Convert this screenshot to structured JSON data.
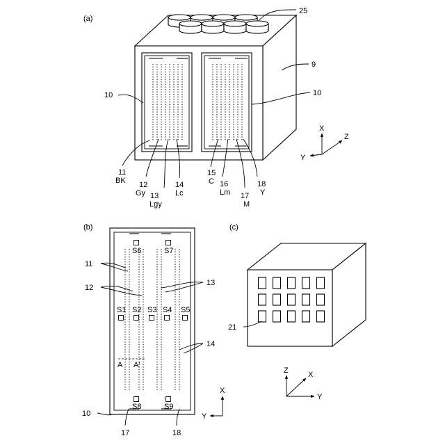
{
  "panel_a": {
    "panel_label": "(a)",
    "labels": {
      "ref_25": "25",
      "ref_9": "9",
      "ref_10_left": "10",
      "ref_10_right": "10",
      "ref_11": "11",
      "bk": "BK",
      "ref_12": "12",
      "gy": "Gy",
      "ref_13": "13",
      "lgy": "Lgy",
      "ref_14": "14",
      "lc": "Lc",
      "ref_15": "15",
      "c": "C",
      "ref_16": "16",
      "lm": "Lm",
      "ref_17": "17",
      "m": "M",
      "ref_18": "18",
      "y": "Y"
    },
    "axes": {
      "x": "X",
      "y": "Y",
      "z": "Z"
    }
  },
  "panel_b": {
    "panel_label": "(b)",
    "labels": {
      "ref_11": "11",
      "ref_12": "12",
      "ref_13": "13",
      "ref_14": "14",
      "ref_10": "10",
      "ref_17": "17",
      "ref_18": "18",
      "a": "A",
      "a_prime": "A'"
    },
    "sensors": {
      "s1": "S1",
      "s2": "S2",
      "s3": "S3",
      "s4": "S4",
      "s5": "S5",
      "s6": "S6",
      "s7": "S7",
      "s8": "S8",
      "s9": "S9"
    },
    "axes": {
      "x": "X",
      "y": "Y"
    }
  },
  "panel_c": {
    "panel_label": "(c)",
    "labels": {
      "ref_21": "21"
    },
    "axes": {
      "x": "X",
      "y": "Y",
      "z": "Z"
    }
  }
}
